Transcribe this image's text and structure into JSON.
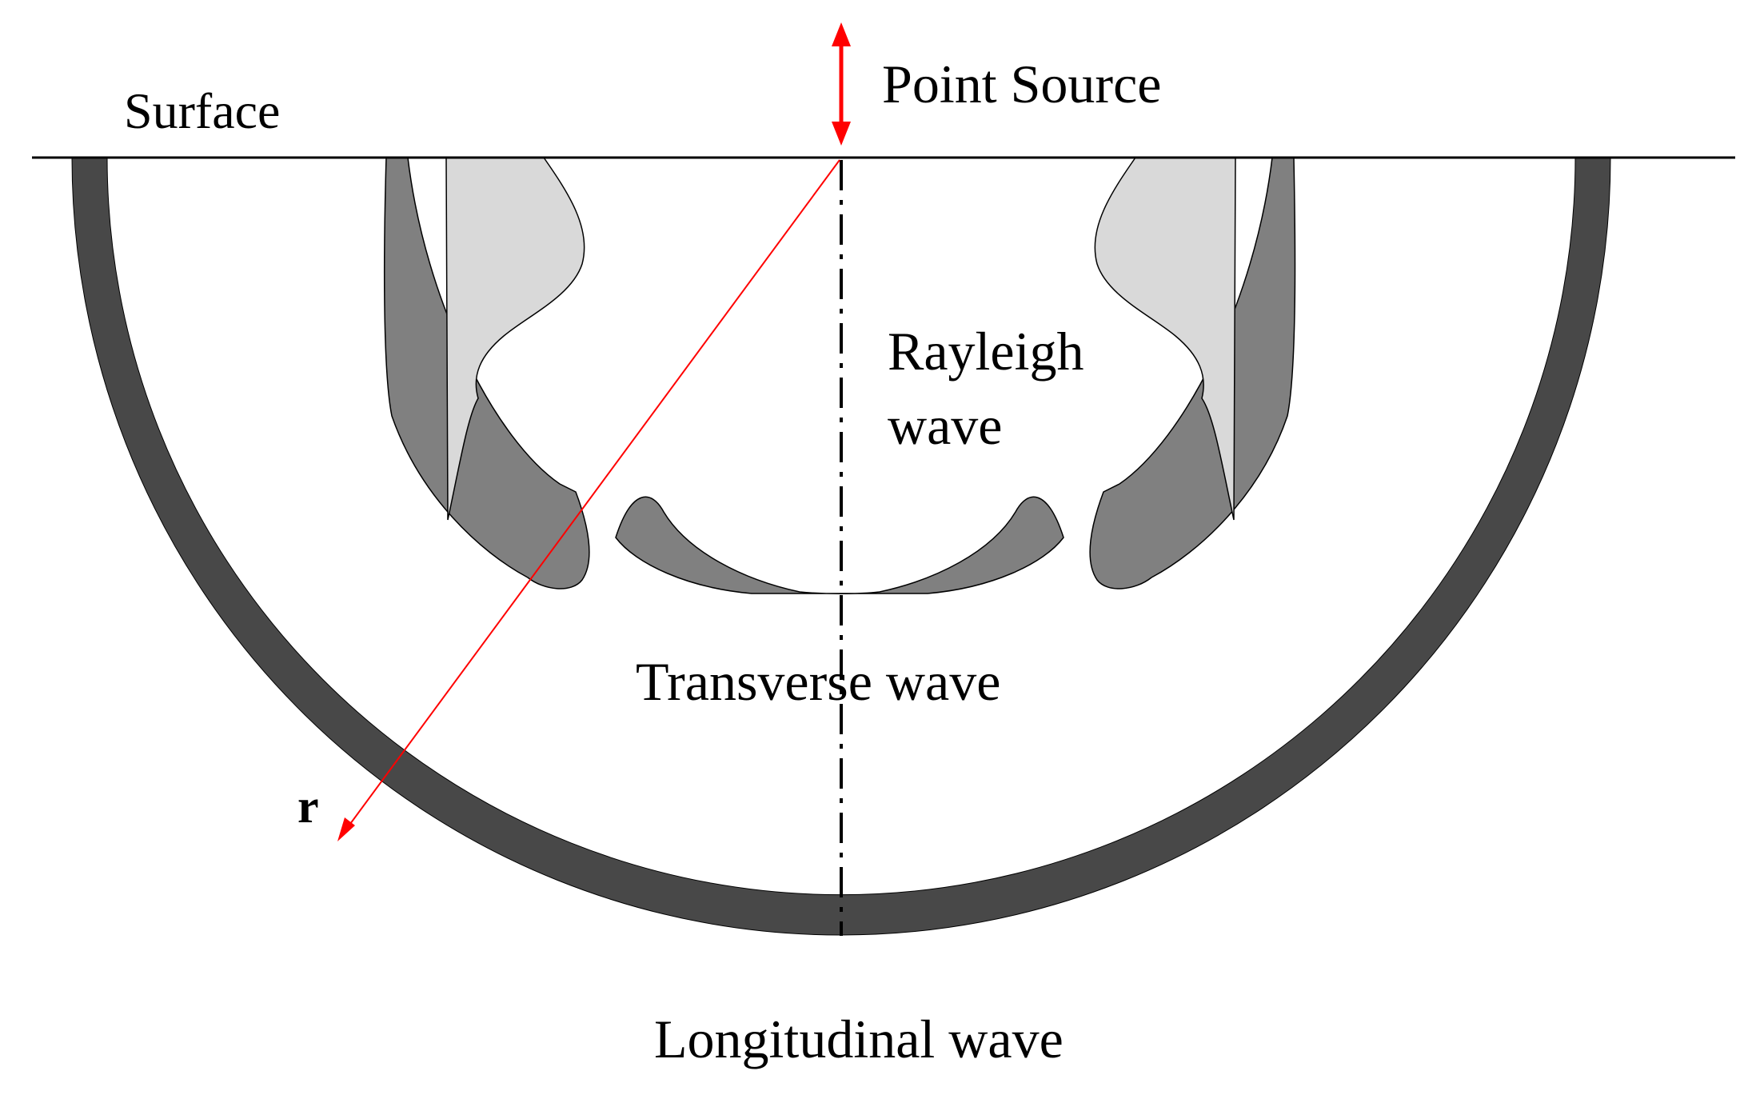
{
  "labels": {
    "surface": "Surface",
    "point_source": "Point Source",
    "rayleigh_line1": "Rayleigh",
    "rayleigh_line2": "wave",
    "transverse": "Transverse wave",
    "longitudinal": "Longitudinal wave",
    "radius": "r"
  },
  "colors": {
    "longitudinal_band": "#484848",
    "transverse_band": "#808080",
    "rayleigh_lobe": "#d9d9d9",
    "arrow": "#ff0000",
    "line": "#000000",
    "background": "#ffffff"
  }
}
